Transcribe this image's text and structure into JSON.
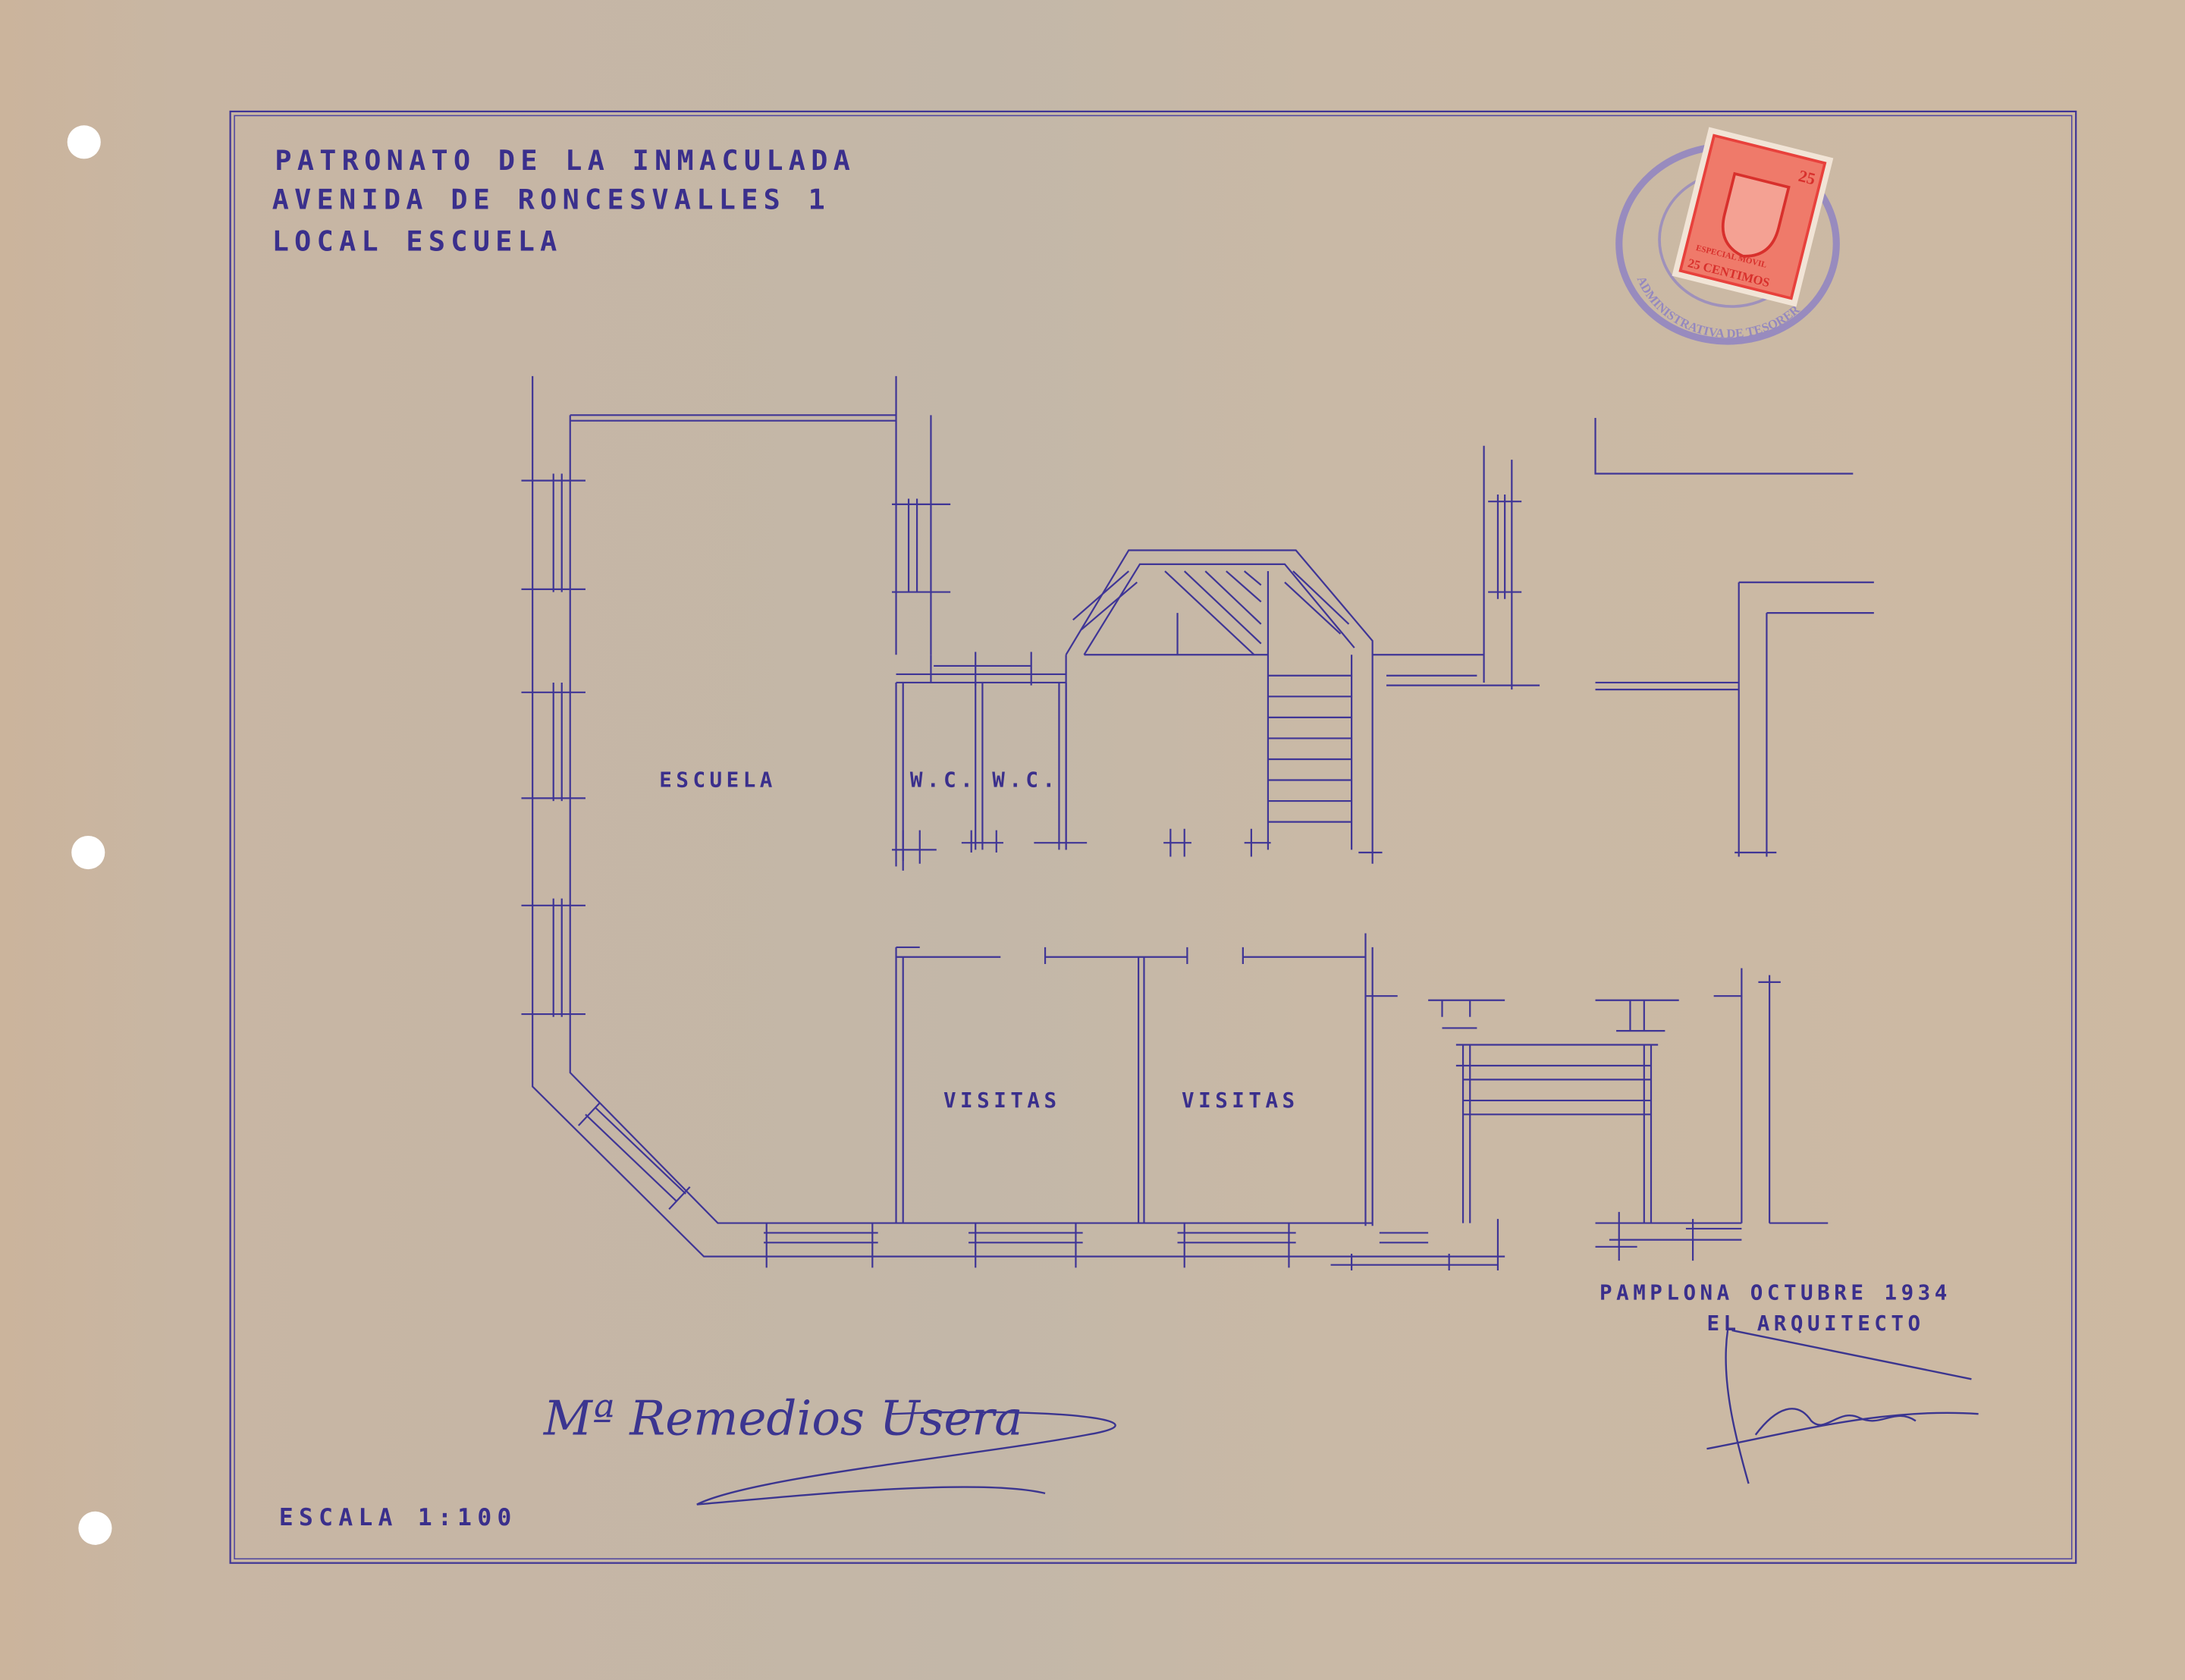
{
  "title_block": {
    "line1": "PATRONATO DE LA INMACULADA",
    "line2": "AVENIDA DE RONCESVALLES 1",
    "line3": "LOCAL ESCUELA"
  },
  "rooms": {
    "escuela": "ESCUELA",
    "wc1": "W.C.",
    "wc2": "W.C.",
    "visitas1": "VISITAS",
    "visitas2": "VISITAS"
  },
  "scale_label": "ESCALA 1:100",
  "place_date": "PAMPLONA OCTUBRE 1934",
  "architect_label": "EL ARQUITECTO",
  "signatures": {
    "client": "Mª Remedios Usera",
    "architect": "signature"
  },
  "revenue_stamp": {
    "value_corner": "25",
    "value_text": "25 CENTIMOS",
    "type_text": "ESPECIAL MOVIL",
    "postmark_text": "ADMINISTRATIVA DE TESORERIA",
    "stamp_color": "#e8413c",
    "postmark_color": "#8b80c4"
  },
  "colors": {
    "ink": "#3f3596",
    "paper": "#c6b7a5"
  }
}
